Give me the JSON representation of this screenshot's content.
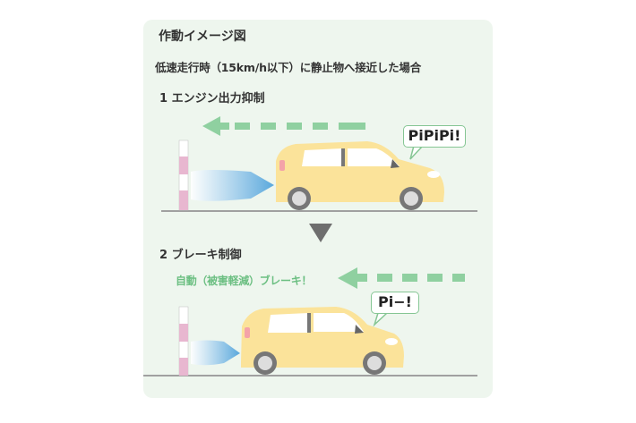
{
  "diagram": {
    "title": "作動イメージ図",
    "subtitle": "低速走行時（15km/h以下）に静止物へ接近した場合",
    "steps": [
      {
        "label": "1 エンジン出力抑制",
        "sound": "PiPiPi!",
        "arrow": "dashed-left-arrow"
      },
      {
        "label": "2 ブレーキ制御",
        "action": "自動（被害軽減）ブレーキ！",
        "sound": "Pi−!",
        "arrow": "dashed-left-arrow"
      }
    ],
    "transition_icon": "down-triangle-icon",
    "colors": {
      "panel_bg": "#eef6ee",
      "arrow_green": "#8fd0a0",
      "action_text_green": "#6cbf82",
      "car_yellow": "#fbe39a",
      "pole_pink": "#e8b7d0",
      "sensor_blue": "#6bb6e0",
      "ground_gray": "#a0a0a0",
      "triangle_gray": "#6e6e6e"
    }
  }
}
